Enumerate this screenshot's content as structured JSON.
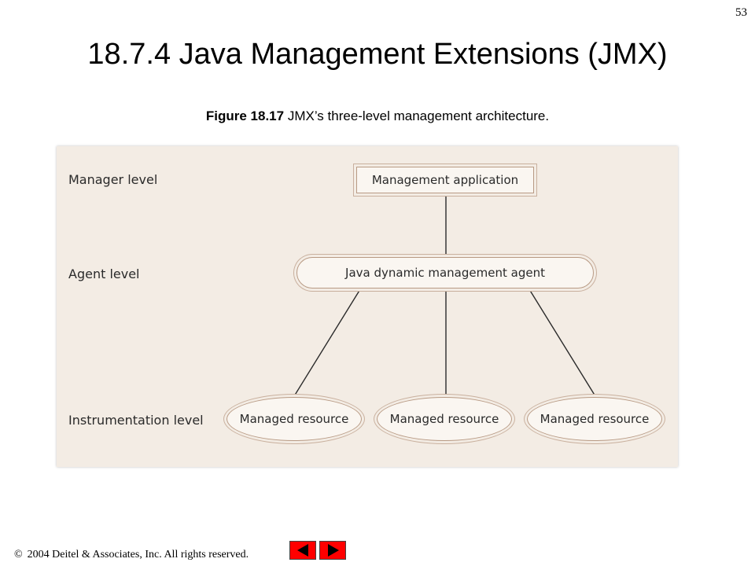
{
  "page_number": "53",
  "title": "18.7.4 Java Management Extensions (JMX)",
  "caption": {
    "label": "Figure 18.17",
    "text": "JMX’s three-level management architecture."
  },
  "diagram": {
    "levels": {
      "manager": "Manager level",
      "agent": "Agent level",
      "instrumentation": "Instrumentation level"
    },
    "nodes": {
      "management_application": "Management application",
      "agent": "Java dynamic management agent",
      "resource_1": "Managed resource",
      "resource_2": "Managed resource",
      "resource_3": "Managed resource"
    },
    "edges": [
      [
        "management_application",
        "agent"
      ],
      [
        "agent",
        "resource_1"
      ],
      [
        "agent",
        "resource_2"
      ],
      [
        "agent",
        "resource_3"
      ]
    ],
    "colors": {
      "panel_background": "#f3ece4",
      "node_border": "#b89a84",
      "connector": "#2a2a2a"
    }
  },
  "footer": {
    "copyright_symbol": "©",
    "text": "2004 Deitel & Associates, Inc.  All rights reserved."
  },
  "navigation": {
    "prev_icon": "left-triangle-icon",
    "next_icon": "right-triangle-icon",
    "button_color": "#ff0000"
  }
}
